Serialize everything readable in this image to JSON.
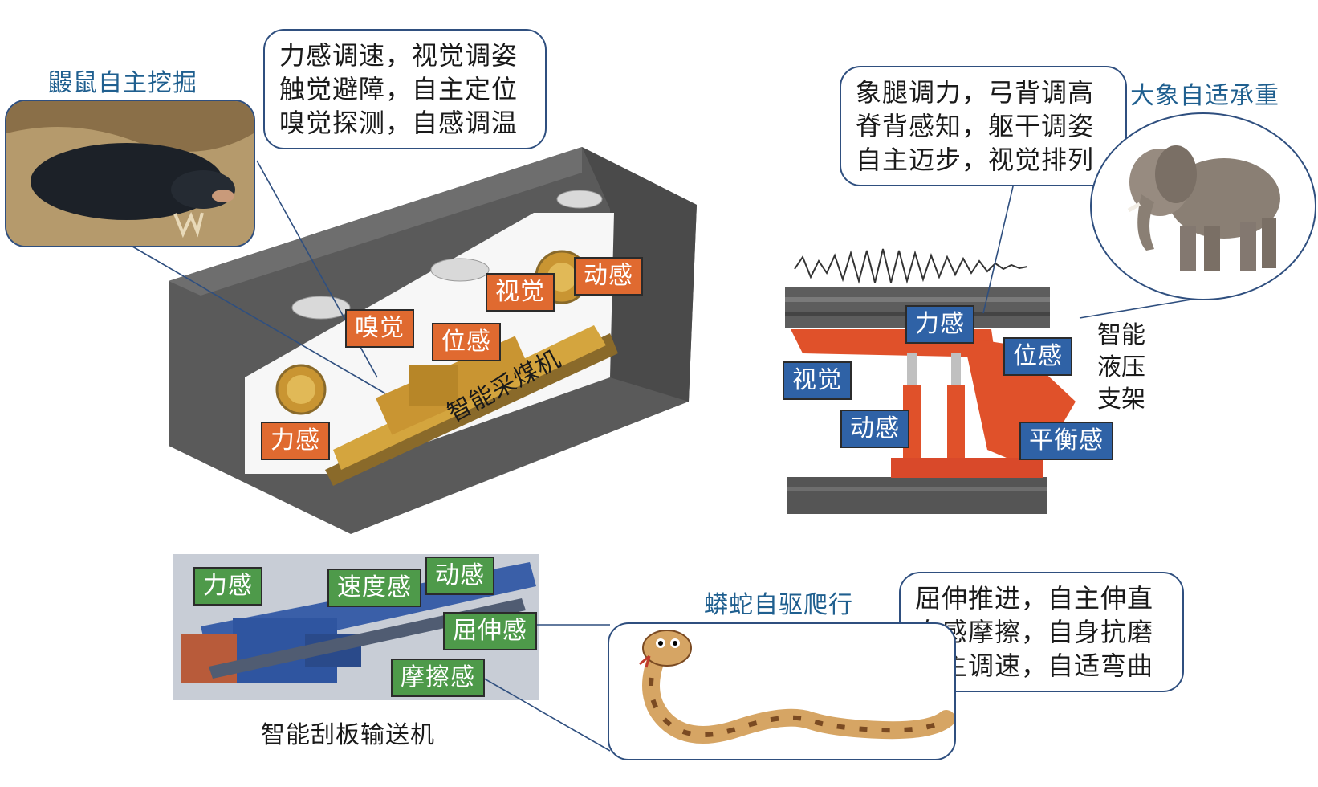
{
  "mole": {
    "title": "鼹鼠自主挖掘",
    "callout": [
      "力感调速，视觉调姿",
      "触觉避障，自主定位",
      "嗅觉探测，自感调温"
    ]
  },
  "shearer": {
    "caption": "智能采煤机",
    "tags": [
      "嗅觉",
      "视觉",
      "动感",
      "位感",
      "力感"
    ]
  },
  "elephant": {
    "title": "大象自适承重",
    "callout": [
      "象腿调力，弓背调高",
      "脊背感知，躯干调姿",
      "自主迈步，视觉排列"
    ]
  },
  "support": {
    "caption_lines": [
      "智能",
      "液压",
      "支架"
    ],
    "tags": [
      "力感",
      "位感",
      "视觉",
      "动感",
      "平衡感"
    ]
  },
  "conveyor": {
    "caption": "智能刮板输送机",
    "tags": [
      "力感",
      "速度感",
      "动感",
      "屈伸感",
      "摩擦感"
    ]
  },
  "python": {
    "title": "蟒蛇自驱爬行",
    "callout": [
      "屈伸推进，自主伸直",
      "自感摩擦，自身抗磨",
      "自主调速，自适弯曲"
    ]
  },
  "colors": {
    "orange_tag": "#e06a30",
    "blue_tag": "#2f62a6",
    "green_tag": "#4e9a4a",
    "title_blue": "#1f5f8f",
    "outline": "#2f4f7f"
  }
}
